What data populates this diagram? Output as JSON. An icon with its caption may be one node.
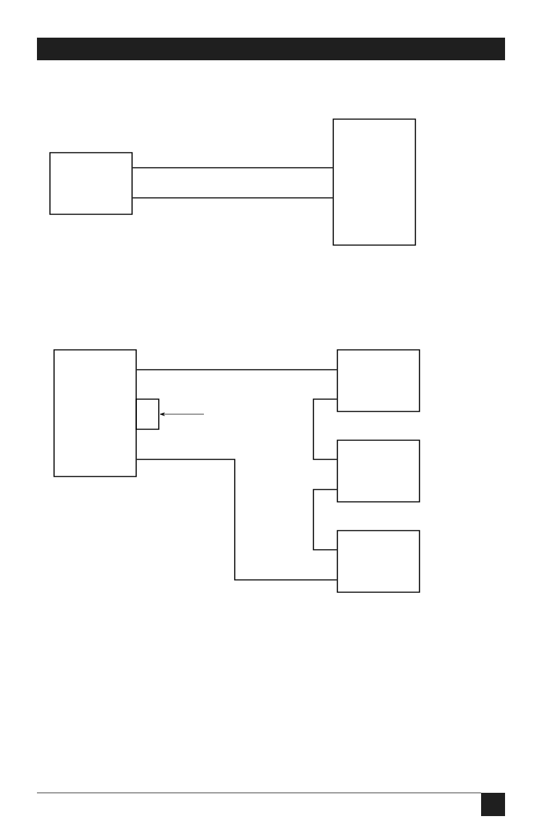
{
  "diagram": {
    "nodes": [
      {
        "text": [],
        "shape": "box"
      },
      {
        "text": [],
        "shape": "box"
      },
      {
        "text": [],
        "shape": "box"
      },
      {
        "text": [],
        "shape": "box"
      },
      {
        "text": [],
        "shape": "box"
      },
      {
        "text": [],
        "shape": "box"
      },
      {
        "text": [],
        "shape": "box"
      }
    ],
    "edges": [
      {
        "from": 0,
        "to": 1,
        "arrow": "none"
      },
      {
        "from": 0,
        "to": 1,
        "arrow": "none"
      },
      {
        "from": 2,
        "to": 4,
        "arrow": "none"
      },
      {
        "from": 2,
        "to": 6,
        "arrow": "none"
      },
      {
        "from": 4,
        "to": 5,
        "arrow": "none"
      },
      {
        "from": 5,
        "to": 6,
        "arrow": "none"
      },
      {
        "from": null,
        "to": 3,
        "arrow": "to"
      }
    ]
  }
}
